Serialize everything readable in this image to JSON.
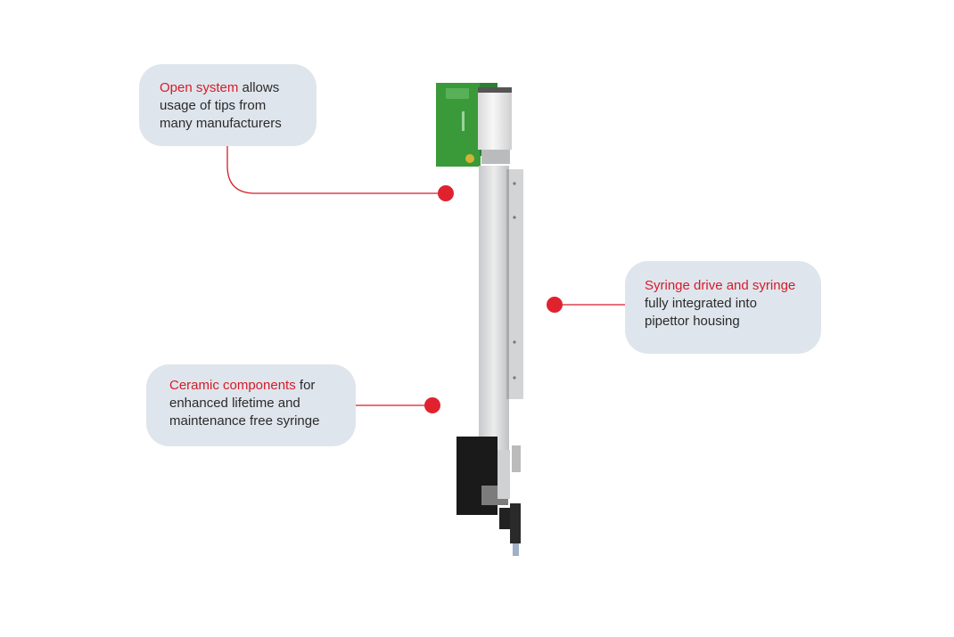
{
  "callouts": {
    "open_system": {
      "highlight": "Open system",
      "rest_inline": " allows",
      "line2": "usage of tips from",
      "line3": "many manufacturers"
    },
    "syringe": {
      "highlight": "Syringe drive and syringe",
      "line2": "fully integrated into",
      "line3": "pipettor housing"
    },
    "ceramic": {
      "highlight": "Ceramic components",
      "rest_inline": " for",
      "line2": "enhanced lifetime and",
      "line3": "maintenance free syringe"
    }
  },
  "colors": {
    "accent": "#d51c2a",
    "callout_bg": "#dfe5ec",
    "pcb": "#3a9a3a"
  }
}
